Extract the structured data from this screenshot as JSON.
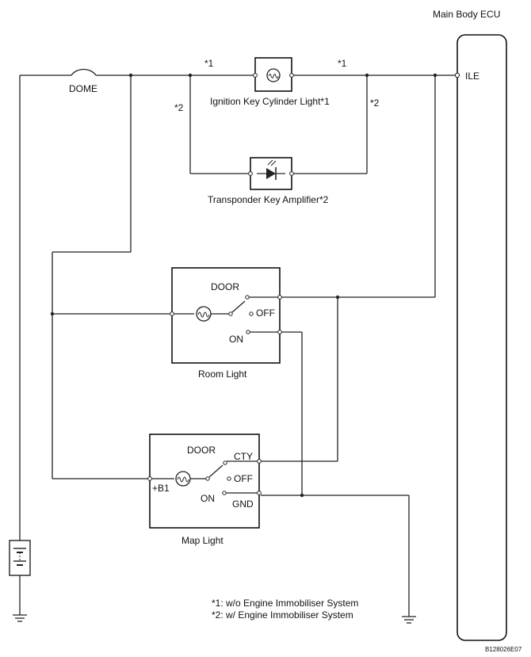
{
  "ecu": {
    "title": "Main Body ECU",
    "terminal": "ILE"
  },
  "fuse": {
    "label": "DOME"
  },
  "notes": {
    "star1": "*1",
    "star2": "*2"
  },
  "ignition_light": {
    "label": "Ignition Key Cylinder Light*1"
  },
  "transponder": {
    "label": "Transponder Key Amplifier*2"
  },
  "room_light": {
    "label": "Room Light",
    "door": "DOOR",
    "off": "OFF",
    "on": "ON"
  },
  "map_light": {
    "label": "Map Light",
    "door": "DOOR",
    "cty": "CTY",
    "off": "OFF",
    "on": "ON",
    "gnd": "GND",
    "b1": "+B1"
  },
  "legend": {
    "line1": "*1: w/o Engine Immobiliser System",
    "line2": "*2: w/ Engine Immobiliser System"
  },
  "figure_code": "B128026E07"
}
